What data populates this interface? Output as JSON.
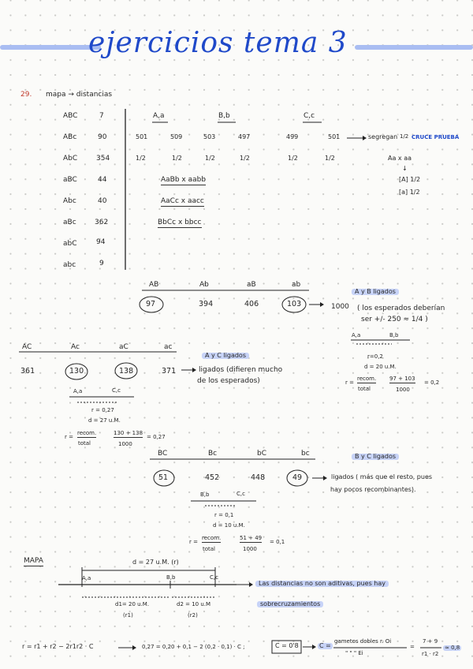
{
  "title": "ejercicios tema 3",
  "exercise_number": "29.",
  "exercise_heading": "mapa → distancias",
  "phenotypes": [
    {
      "genotype": "ABC",
      "count": "7"
    },
    {
      "genotype": "ABc",
      "count": "90"
    },
    {
      "genotype": "AbC",
      "count": "354"
    },
    {
      "genotype": "aBC",
      "count": "44"
    },
    {
      "genotype": "Abc",
      "count": "40"
    },
    {
      "genotype": "aBc",
      "count": "362"
    },
    {
      "genotype": "abC",
      "count": "94"
    },
    {
      "genotype": "abc",
      "count": "9"
    }
  ],
  "pairs": {
    "headers": [
      "A,a",
      "B,b",
      "C,c"
    ],
    "counts": [
      "501",
      "509",
      "503",
      "497",
      "499",
      "501"
    ],
    "ratios": [
      "1/2",
      "1/2",
      "1/2",
      "1/2",
      "1/2",
      "1/2"
    ],
    "segregation_note": "segregan",
    "segregation_fraction": "1/2",
    "test_cross_label": "CRUCE PRUEBA",
    "test_cross": "Aa x aa",
    "arrow_down": "↓",
    "cross_result_1": "[A] 1/2",
    "cross_result_2": "[a] 1/2",
    "crosses": [
      "AaBb x aabb",
      "AaCc x aacc",
      "BbCc x bbcc"
    ]
  },
  "ab_analysis": {
    "headers": [
      "AB",
      "Ab",
      "aB",
      "ab"
    ],
    "values": [
      "97",
      "394",
      "406",
      "103"
    ],
    "highlight": "A y B ligados",
    "total": "1000",
    "note_line1": "( los esperados deberían",
    "note_line2": "ser +/- 250 ≈ 1/4 )",
    "map_left": "A,a",
    "map_right": "B,b",
    "r": "r=0,2",
    "d": "d = 20 u.M.",
    "formula_lhs": "r =",
    "formula_num": "recom.",
    "formula_den": "total",
    "formula_calc_num": "97 + 103",
    "formula_calc_den": "1000",
    "formula_result": "= 0,2"
  },
  "ac_analysis": {
    "headers": [
      "AC",
      "Ac",
      "aC",
      "ac"
    ],
    "values": [
      "361",
      "130",
      "138",
      "371"
    ],
    "highlight": "A y C ligados",
    "note_line1": "ligados (difieren mucho",
    "note_line2": "de los esperados)",
    "map_left": "A,a",
    "map_right": "C,c",
    "r": "r = 0,27",
    "d": "d = 27 u.M.",
    "formula_lhs": "r =",
    "formula_num": "recom.",
    "formula_den": "total",
    "formula_calc_num": "130 + 138",
    "formula_calc_den": "1000",
    "formula_result": "= 0,27"
  },
  "bc_analysis": {
    "headers": [
      "BC",
      "Bc",
      "bC",
      "bc"
    ],
    "values": [
      "51",
      "452",
      "448",
      "49"
    ],
    "highlight": "B y C ligados",
    "note_line1": "ligados ( más que el resto, pues",
    "note_line2": "hay pocos recombinantes).",
    "map_left": "B,b",
    "map_right": "C,c",
    "r": "r = 0,1",
    "d": "d = 10 u.M.",
    "formula_lhs": "r =",
    "formula_num": "recom.",
    "formula_den": "total",
    "formula_calc_num": "51 + 49",
    "formula_calc_den": "1000",
    "formula_result": "= 0,1"
  },
  "mapa": {
    "label": "MAPA",
    "d_total": "d = 27 u.M. (r)",
    "loci": [
      "A,a",
      "B,b",
      "C,c"
    ],
    "d1": "d1= 20 u.M.",
    "d1_sub": "(r1)",
    "d2": "d2 = 10 u.M",
    "d2_sub": "(r2)",
    "note_line1": "Las distancias no son aditivas, pues hay",
    "note_line2": "sobrecruzamientos"
  },
  "final_formula": {
    "eq1": "r = r1 + r2 − 2r1r2 · C",
    "eq2": "0,27 = 0,20 + 0,1 − 2 (0,2 · 0,1) · C ;",
    "c_box": "C = 0'8",
    "c_label": "C =",
    "frac_num": "gametos dobles r. Oi",
    "frac_den": "\"   \"   \"   Ei",
    "frac2_num": "7 + 9",
    "frac2_den": "r1 · r2",
    "result": "≈ 0,8"
  }
}
